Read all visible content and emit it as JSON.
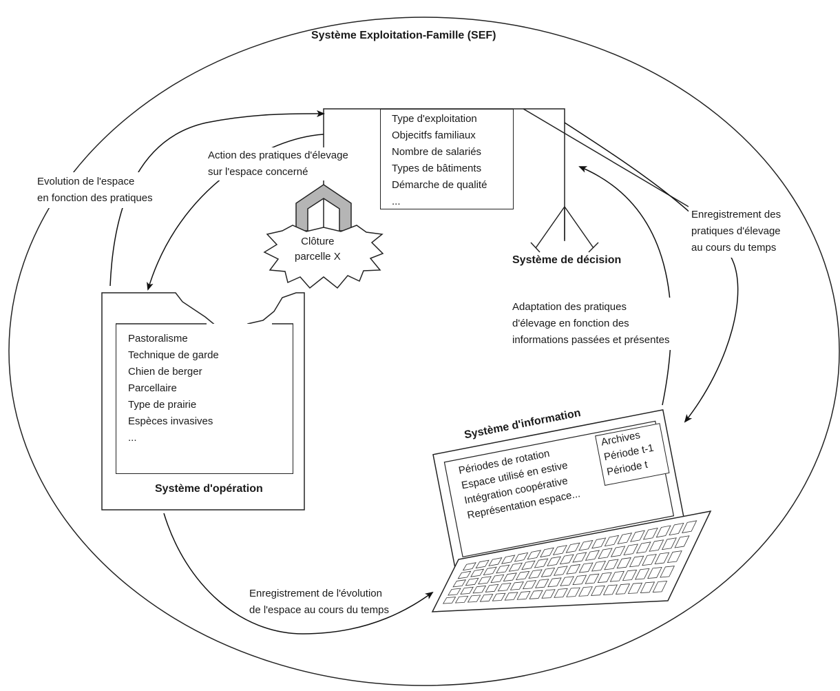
{
  "sef": {
    "title": "Système Exploitation-Famille (SEF)"
  },
  "decision": {
    "title": "Système de décision",
    "items": [
      "Type d'exploitation",
      "Objecitfs familiaux",
      "Nombre de salariés",
      "Types de bâtiments",
      "Démarche de qualité",
      "..."
    ]
  },
  "operation": {
    "title": "Système d'opération",
    "items": [
      "Pastoralisme",
      "Technique de garde",
      "Chien de berger",
      "Parcellaire",
      "Type de prairie",
      "Espèces invasives",
      "..."
    ]
  },
  "information": {
    "title": "Système d'information",
    "items": [
      "Périodes de rotation",
      "Espace utilisé en estive",
      "Intégration coopérative",
      "Représentation espace..."
    ],
    "archives": [
      "Archives",
      "Période t-1",
      "Période t"
    ]
  },
  "fence": {
    "lines": [
      "Clôture",
      "parcelle X"
    ]
  },
  "arrows": {
    "evolution": [
      "Evolution de l'espace",
      "en fonction des pratiques"
    ],
    "action": [
      "Action des pratiques d'élevage",
      "sur l'espace concerné"
    ],
    "recording_practices": [
      "Enregistrement des",
      "pratiques d'élevage",
      "au cours du temps"
    ],
    "adaptation": [
      "Adaptation des pratiques",
      "d'élevage en fonction des",
      "informations passées et présentes"
    ],
    "recording_space": [
      "Enregistrement de l'évolution",
      "de l'espace au cours du temps"
    ]
  }
}
